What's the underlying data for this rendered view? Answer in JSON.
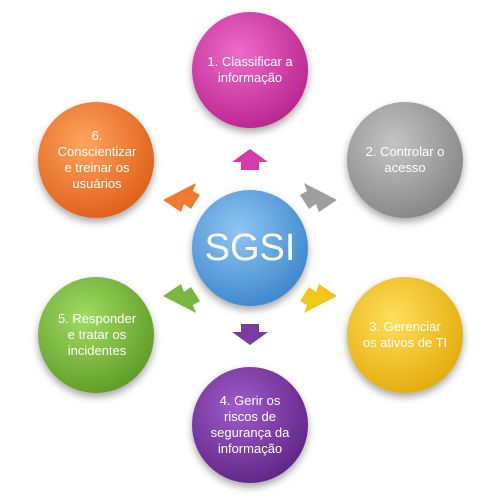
{
  "center": {
    "label": "SGSI",
    "color": "#5ba3e0"
  },
  "nodes": [
    {
      "id": "classificar",
      "label": "1. Classificar a informação",
      "color": "#d63aa8"
    },
    {
      "id": "controlar",
      "label": "2. Controlar o acesso",
      "color": "#9e9e9e"
    },
    {
      "id": "gerenciar",
      "label": "3. Gerenciar os ativos de TI",
      "color": "#f2c51a"
    },
    {
      "id": "gerir",
      "label": "4. Gerir os riscos de segurança da informação",
      "color": "#7a3aa0"
    },
    {
      "id": "responder",
      "label": "5. Responder e tratar os incidentes",
      "color": "#78b83c"
    },
    {
      "id": "conscientizar",
      "label": "6. Conscientizar e treinar os usuários",
      "color": "#f07a2e"
    }
  ]
}
